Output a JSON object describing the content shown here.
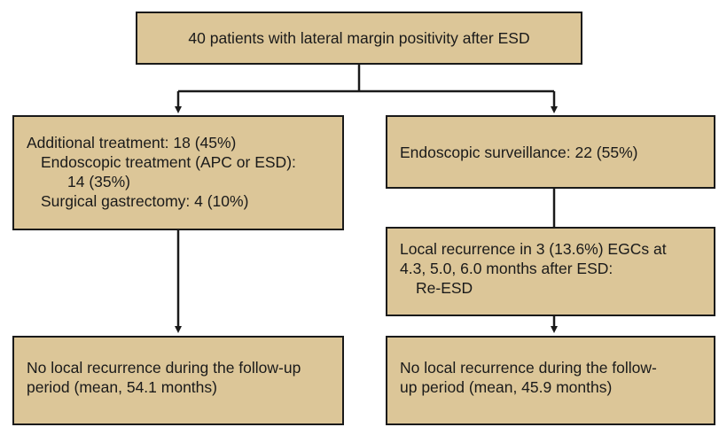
{
  "colors": {
    "box_fill": "#dcc698",
    "border": "#1a1a1a",
    "background": "#ffffff"
  },
  "nodes": {
    "top": {
      "text": "40 patients with lateral margin positivity after ESD"
    },
    "additional": {
      "line1": "Additional treatment: 18 (45%)",
      "line2": "Endoscopic treatment (APC or ESD):",
      "line3": "14 (35%)",
      "line4": "Surgical gastrectomy: 4 (10%)"
    },
    "surveillance": {
      "text": "Endoscopic surveillance: 22 (55%)"
    },
    "recurrence": {
      "line1": "Local recurrence in 3 (13.6%) EGCs at",
      "line2": "4.3, 5.0, 6.0 months after ESD:",
      "line3": "Re-ESD"
    },
    "outcome_left": {
      "line1": "No local recurrence during the follow-up",
      "line2": "period (mean, 54.1 months)"
    },
    "outcome_right": {
      "line1": "No local recurrence during the follow-",
      "line2": "up period (mean, 45.9 months)"
    }
  }
}
